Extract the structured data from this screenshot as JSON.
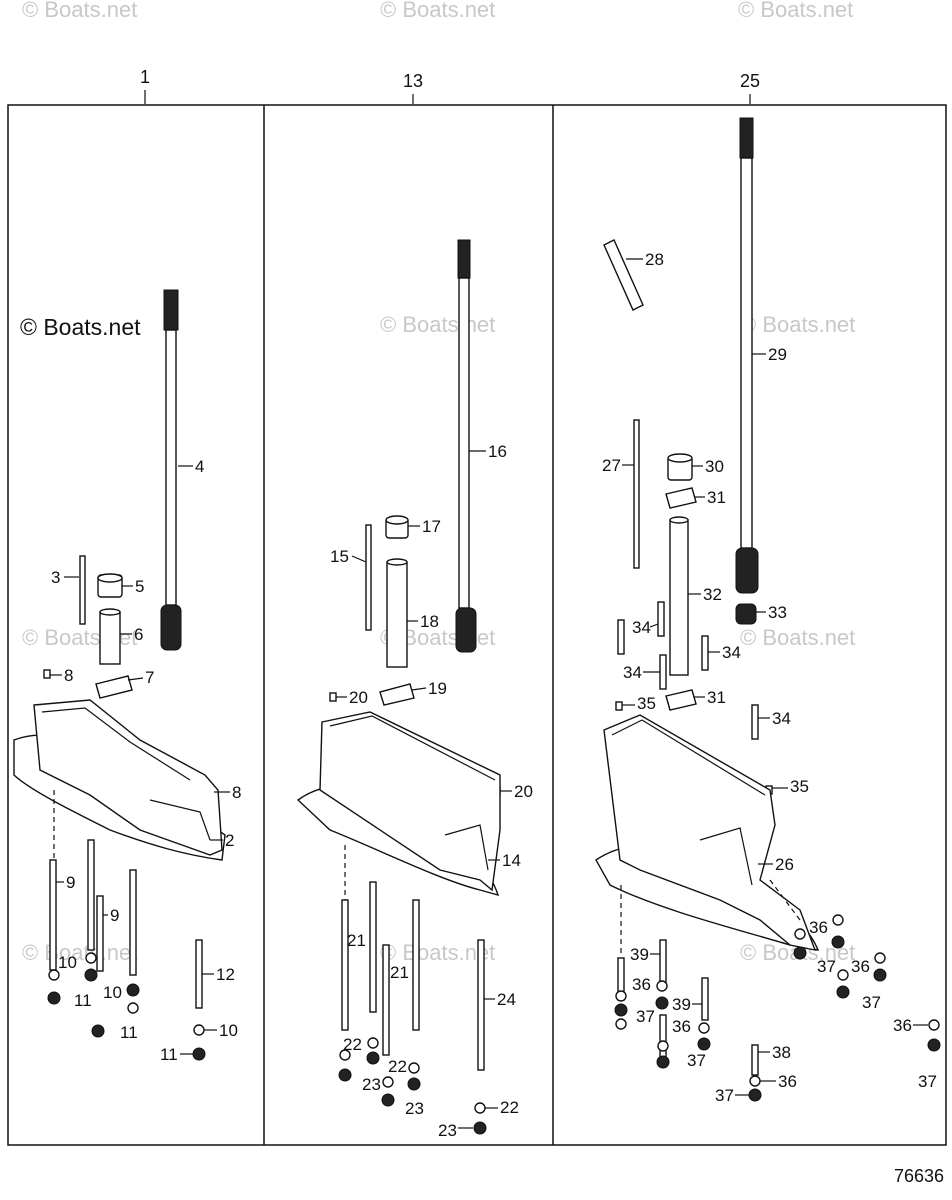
{
  "watermarks": {
    "faint": "© Boats.net",
    "main": "© Boats.net"
  },
  "figure_number": "76636",
  "panel_headers": [
    "1",
    "13",
    "25"
  ],
  "callouts": [
    "2",
    "3",
    "4",
    "5",
    "6",
    "7",
    "8",
    "8",
    "9",
    "9",
    "10",
    "10",
    "10",
    "11",
    "11",
    "11",
    "12",
    "14",
    "15",
    "16",
    "17",
    "18",
    "19",
    "20",
    "20",
    "21",
    "21",
    "22",
    "22",
    "22",
    "23",
    "23",
    "23",
    "24",
    "26",
    "27",
    "28",
    "29",
    "30",
    "31",
    "31",
    "32",
    "33",
    "34",
    "34",
    "34",
    "34",
    "35",
    "35",
    "36",
    "36",
    "36",
    "36",
    "36",
    "36",
    "37",
    "37",
    "37",
    "37",
    "37",
    "37",
    "38",
    "39",
    "39"
  ]
}
